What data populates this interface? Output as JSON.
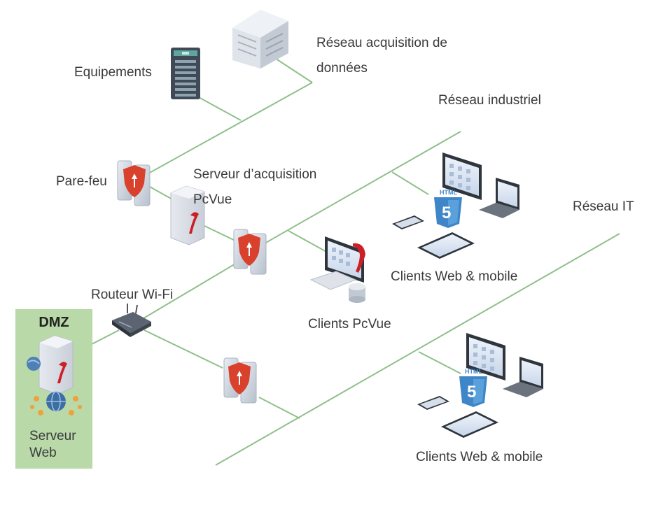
{
  "labels": {
    "equipements": "Equipements",
    "reseau_acquisition_l1": "Réseau acquisition de",
    "reseau_acquisition_l2": "données",
    "reseau_industriel": "Réseau industriel",
    "pare_feu": "Pare-feu",
    "serveur_acquisition_l1": "Serveur  d’acquisition",
    "serveur_acquisition_l2": "PcVue",
    "reseau_it": "Réseau IT",
    "routeur_wifi": "Routeur Wi-Fi",
    "clients_web_mobile_1": "Clients Web & mobile",
    "clients_pcvue": "Clients  PcVue",
    "clients_web_mobile_2": "Clients Web & mobile"
  },
  "dmz": {
    "title": "DMZ",
    "subtitle": "Serveur\nWeb"
  },
  "icons": {
    "html5_text": "HTML",
    "html5_number": "5"
  },
  "colors": {
    "network_line": "#8fc08a",
    "dmz_background": "#b9d9a9",
    "firewall_shield": "#d9412c",
    "html5_blue": "#3f86c8",
    "pcvue_red": "#cc2027"
  }
}
